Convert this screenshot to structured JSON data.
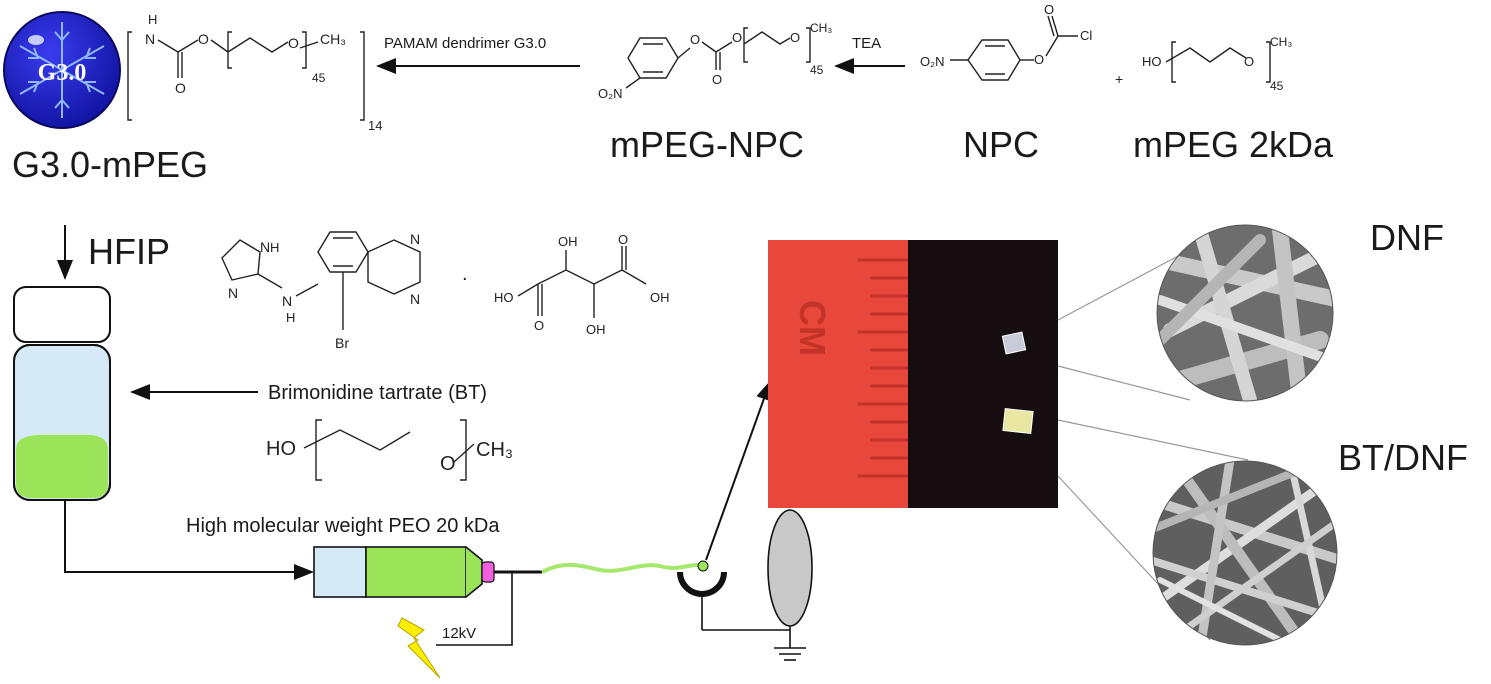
{
  "top_row": {
    "g3_badge": "G3.0",
    "g3_product_label": "G3.0-mPEG",
    "mpeg_npc_label": "mPEG-NPC",
    "npc_label": "NPC",
    "mpeg_label": "mPEG 2kDa",
    "reagent_pamam": "PAMAM dendrimer G3.0",
    "reagent_tea": "TEA",
    "plus_sign": "+",
    "repeat_45": "45",
    "repeat_14": "14",
    "atoms": {
      "N": "N",
      "H": "H",
      "O": "O",
      "O2N": "O₂N",
      "Cl": "Cl",
      "CH3": "CH₃",
      "HO": "HO"
    }
  },
  "bottom_row": {
    "hfip_label": "HFIP",
    "bt_label": "Brimonidine tartrate (BT)",
    "peo_label": "High molecular weight PEO 20 kDa",
    "voltage_label": "12kV",
    "dnf_label": "DNF",
    "bt_dnf_label": "BT/DNF",
    "ruler_text": "CM",
    "dot_separator": ".",
    "atoms": {
      "N": "N",
      "H": "H",
      "Br": "Br",
      "OH": "OH",
      "HO": "HO",
      "O": "O",
      "CH3": "CH₃"
    }
  },
  "colors": {
    "dendrimer_blue": "#1d1fd1",
    "vial_liquid_blue": "#d6e9f7",
    "vial_liquid_green": "#9be45a",
    "fiber_green": "#a5e86b",
    "needle_pink": "#f060e0",
    "ruler_red": "#e8473b",
    "collector_gray": "#c9c9c9",
    "bolt_yellow": "#ffee00"
  }
}
